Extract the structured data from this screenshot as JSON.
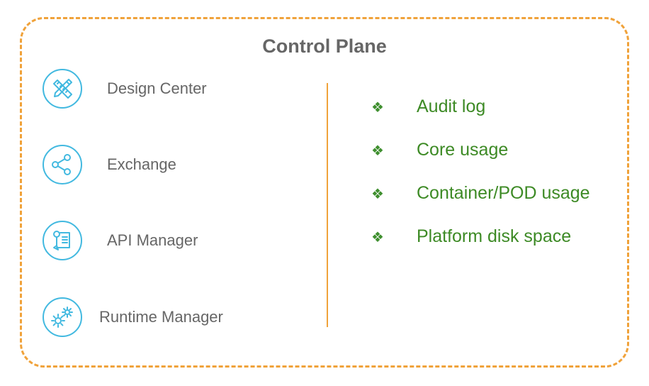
{
  "title": "Control Plane",
  "tools": [
    {
      "label": "Design Center",
      "icon": "design-tools-icon"
    },
    {
      "label": "Exchange",
      "icon": "share-icon"
    },
    {
      "label": "API Manager",
      "icon": "api-document-icon"
    },
    {
      "label": "Runtime Manager",
      "icon": "gears-icon"
    }
  ],
  "features": [
    {
      "label": "Audit log"
    },
    {
      "label": "Core usage"
    },
    {
      "label": "Container/POD usage"
    },
    {
      "label": "Platform disk space"
    }
  ],
  "bullet_glyph": "❖",
  "colors": {
    "frame": "#f0a23a",
    "divider": "#f0a23a",
    "icon": "#42b9e0",
    "title": "#666666",
    "tool_text": "#666666",
    "feature_text": "#3d8a25"
  }
}
